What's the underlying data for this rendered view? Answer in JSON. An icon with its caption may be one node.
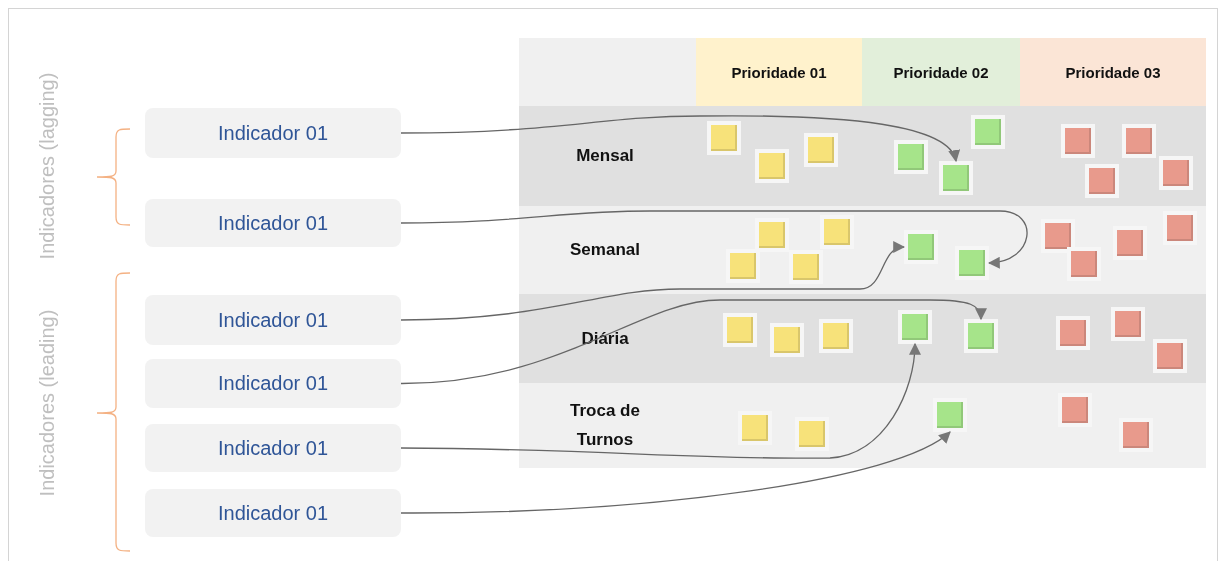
{
  "diagram": {
    "nodes": [
      {
        "text": [
          "Prioridade 01"
        ]
      },
      {
        "text": [
          "Prioridade 02"
        ]
      },
      {
        "text": [
          "Prioridade 03"
        ]
      },
      {
        "text": [
          "Mensal"
        ]
      },
      {
        "text": [],
        "shape": "box",
        "in": 3
      },
      {
        "text": [],
        "shape": "box",
        "in": 3
      },
      {
        "text": [],
        "shape": "box",
        "in": 3
      },
      {
        "text": [],
        "shape": "box",
        "in": 3
      },
      {
        "text": [],
        "shape": "box",
        "in": 3
      },
      {
        "text": [],
        "shape": "box",
        "in": 3
      },
      {
        "text": [],
        "shape": "box",
        "in": 3
      },
      {
        "text": [],
        "shape": "box",
        "in": 3
      },
      {
        "text": [],
        "shape": "box",
        "in": 3
      },
      {
        "text": [],
        "shape": "box",
        "in": 3
      },
      {
        "text": [
          "Semanal"
        ]
      },
      {
        "text": [],
        "shape": "box",
        "in": 14
      },
      {
        "text": [],
        "shape": "box",
        "in": 14
      },
      {
        "text": [],
        "shape": "box",
        "in": 14
      },
      {
        "text": [],
        "shape": "box",
        "in": 14
      },
      {
        "text": [],
        "shape": "box",
        "in": 14
      },
      {
        "text": [],
        "shape": "box",
        "in": 14
      },
      {
        "text": [],
        "shape": "box",
        "in": 14
      },
      {
        "text": [],
        "shape": "box",
        "in": 14
      },
      {
        "text": [],
        "shape": "box",
        "in": 14
      },
      {
        "text": [],
        "shape": "box",
        "in": 14
      },
      {
        "text": [
          "Diária"
        ]
      },
      {
        "text": [],
        "shape": "box",
        "in": 25
      },
      {
        "text": [],
        "shape": "box",
        "in": 25
      },
      {
        "text": [],
        "shape": "box",
        "in": 25
      },
      {
        "text": [],
        "shape": "box",
        "in": 25
      },
      {
        "text": [],
        "shape": "box",
        "in": 25
      },
      {
        "text": [],
        "shape": "box",
        "in": 25
      },
      {
        "text": [],
        "shape": "box",
        "in": 25
      },
      {
        "text": [],
        "shape": "box",
        "in": 25
      },
      {
        "text": [
          "Troca de Turnos"
        ]
      },
      {
        "text": [],
        "shape": "box",
        "in": 34
      },
      {
        "text": [],
        "shape": "box",
        "in": 34
      },
      {
        "text": [],
        "shape": "box",
        "in": 34
      },
      {
        "text": [],
        "shape": "box",
        "in": 34
      },
      {
        "text": [],
        "shape": "box",
        "in": 34
      },
      {
        "text": [
          "Indicador 01"
        ]
      },
      {
        "text": [
          "Indicador 01"
        ]
      },
      {
        "text": [
          "Indicador 01"
        ]
      },
      {
        "text": [
          "Indicador 01"
        ]
      },
      {
        "text": [
          "Indicador 01"
        ]
      },
      {
        "text": [
          "Indicador 01"
        ]
      }
    ],
    "edges": [
      {
        "from": 40,
        "to": 8,
        "arrow": "to"
      },
      {
        "from": 41,
        "to": 20,
        "arrow": "to"
      },
      {
        "from": 42,
        "to": 19,
        "arrow": "to"
      },
      {
        "from": 43,
        "to": 30,
        "arrow": "to"
      },
      {
        "from": 44,
        "to": 29,
        "arrow": "to"
      },
      {
        "from": 45,
        "to": 37,
        "arrow": "to"
      }
    ],
    "labels": [
      "Indicadores (lagging)",
      "Indicadores (leading)"
    ]
  }
}
